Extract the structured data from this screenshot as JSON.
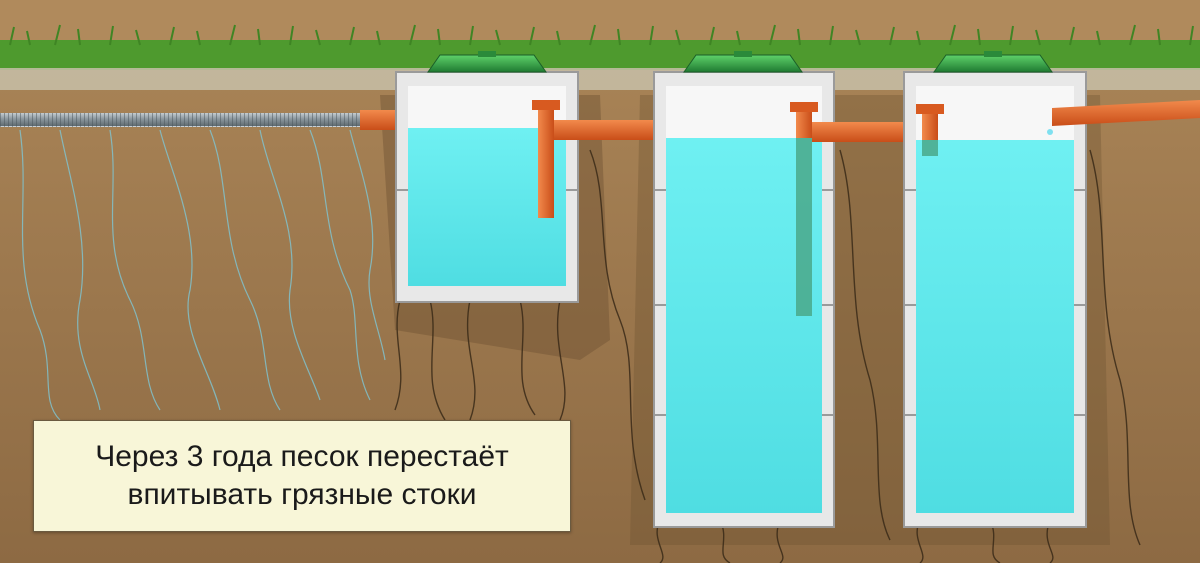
{
  "caption": {
    "line1": "Через 3 года песок перестаёт",
    "line2": "впитывать грязные стоки"
  },
  "colors": {
    "soil": "#b08a5c",
    "grass": "#4e9a2e",
    "water": "#5ee6ea",
    "pipe": "#e8642a",
    "concrete": "#e6e6e6",
    "lid": "#2fa044",
    "caption_bg": "#f8f6d8"
  },
  "icons": [
    "grass",
    "roots",
    "corrugated-inlet-pipe",
    "tank-lid"
  ]
}
